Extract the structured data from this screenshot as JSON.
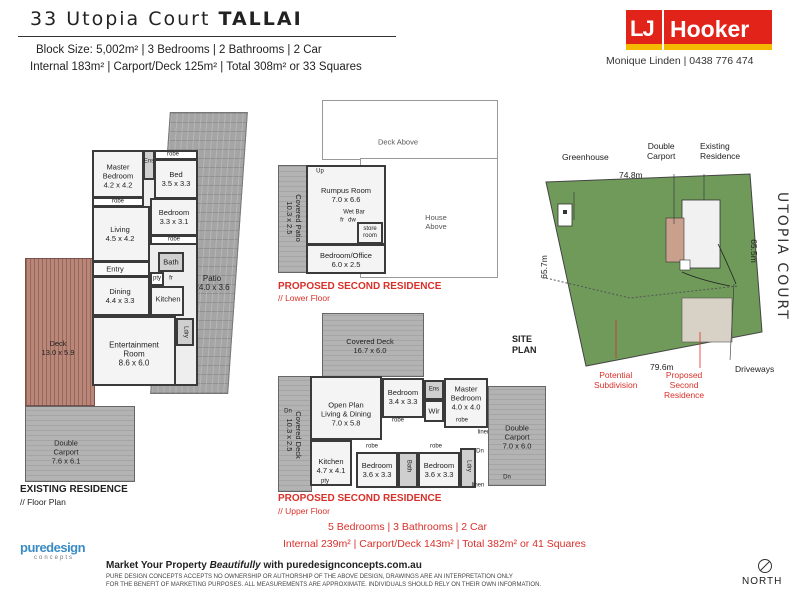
{
  "header": {
    "title_address": "33 Utopia Court",
    "title_suburb": "TALLAI",
    "spec_line1": "Block Size: 5,002m²  |  3 Bedrooms    |  2 Bathrooms  | 2 Car",
    "spec_line2": "Internal 183m²  |  Carport/Deck 125m²   |  Total 308m² or 33 Squares"
  },
  "brand": {
    "logo_mark": "LJ",
    "logo_word": "Hooker",
    "agent": "Monique Linden | 0438 776 474",
    "color": "#e2231a",
    "accent": "#f5b900"
  },
  "existing": {
    "rooms": {
      "master_name": "Master",
      "master_name2": "Bedroom",
      "master_dim": "4.2 x 4.2",
      "ens": "Ens",
      "robe1": "robe",
      "robe2": "robe",
      "robe3": "robe",
      "bed_name": "Bed",
      "bed_dim": "3.5 x 3.3",
      "bedroom_name": "Bedroom",
      "bedroom_dim": "3.3 x 3.1",
      "living_name": "Living",
      "living_dim": "4.5 x 4.2",
      "entry": "Entry",
      "bath": "Bath",
      "pty": "pty",
      "fr": "fr",
      "dining_name": "Dining",
      "dining_dim": "4.4 x 3.3",
      "kitchen": "Kitchen",
      "ldry": "Ldry",
      "ent_name": "Entertainment",
      "ent_name2": "Room",
      "ent_dim": "8.6 x 6.0",
      "patio_name": "Patio",
      "patio_dim": "24.0 x 3.6",
      "deck_name": "Deck",
      "deck_dim": "13.0 x 5.9",
      "carport_name": "Double",
      "carport_name2": "Carport",
      "carport_dim": "7.6 x 6.1"
    },
    "title": "EXISTING RESIDENCE",
    "subtitle": "// Floor Plan"
  },
  "lower": {
    "deck_above": "Deck Above",
    "covered_patio": "Covered Patio",
    "covered_patio_dim": "10.3 x 2.5",
    "up": "Up",
    "rumpus_name": "Rumpus Room",
    "rumpus_dim": "7.0 x 6.6",
    "wet_bar": "Wet Bar",
    "fr": "fr",
    "dw": "dw",
    "store": "store",
    "room": "room",
    "office_name": "Bedroom/Office",
    "office_dim": "6.0 x 2.5",
    "house_above": "House",
    "house_above2": "Above",
    "title": "PROPOSED SECOND RESIDENCE",
    "subtitle": "// Lower Floor"
  },
  "upper": {
    "covered_deck_name": "Covered Deck",
    "covered_deck_dim": "16.7 x 6.0",
    "dn1": "Dn",
    "dn2": "Dn",
    "dn3": "Dn",
    "open_plan": "Open Plan",
    "living_dining": "Living & Dining",
    "open_dim": "7.0 x 5.8",
    "covered_deck2": "Covered Deck",
    "covered_deck2_dim": "10.3 x 2.5",
    "bedroom_a": "Bedroom",
    "bedroom_a_dim": "3.4 x 3.3",
    "ens": "Ens",
    "wir": "Wir",
    "master": "Master",
    "master2": "Bedroom",
    "master_dim": "4.0 x 4.0",
    "robe_a": "robe",
    "robe_b": "robe",
    "robe_c": "robe",
    "robe_d": "robe",
    "linen1": "linen",
    "linen2": "linen",
    "carport": "Double",
    "carport2": "Carport",
    "carport_dim": "7.0 x 6.0",
    "kitchen": "Kitchen",
    "kitchen_dim": "4.7 x 4.1",
    "bedroom_b": "Bedroom",
    "bedroom_b_dim": "3.6 x 3.3",
    "bath": "Bath",
    "bedroom_c": "Bedroom",
    "bedroom_c_dim": "3.6 x 3.3",
    "ldry": "Ldry",
    "pty": "pty",
    "title": "PROPOSED SECOND RESIDENCE",
    "subtitle": "// Upper Floor"
  },
  "summary": {
    "line1": "5 Bedrooms    |  3 Bathrooms  |  2 Car",
    "line2": "Internal 239m² |   Carport/Deck 143m²  |  Total 382m² or 41 Squares"
  },
  "site": {
    "title1": "SITE",
    "title2": "PLAN",
    "greenhouse": "Greenhouse",
    "double": "Double",
    "carport": "Carport",
    "existing": "Existing",
    "residence": "Residence",
    "dim_top": "74.8m",
    "dim_left": "65.7m",
    "dim_right": "65.5m",
    "dim_bottom": "79.6m",
    "potential": "Potential",
    "subdivision": "Subdivision",
    "proposed": "Proposed",
    "second": "Second",
    "residence2": "Residence",
    "driveways": "Driveways",
    "street": "UTOPIA COURT",
    "grass_color": "#6f9a5a"
  },
  "footer": {
    "pd_logo1": "puredesign",
    "pd_logo2": "concepts",
    "market_a": "Market Your Property ",
    "market_b": "Beautifully",
    "market_c": " with ",
    "market_d": "puredesignconcepts.com.au",
    "disclaimer1": "PURE DESIGN CONCEPTS ACCEPTS NO OWNERSHIP OR AUTHORSHIP OF THE ABOVE DESIGN, DRAWINGS ARE AN INTERPRETATION ONLY",
    "disclaimer2": "FOR THE BENEFIT OF MARKETING PURPOSES. ALL MEASUREMENTS ARE APPROXIMATE. INDIVIDUALS SHOULD RELY ON THEIR OWN INFORMATION.",
    "north": "NORTH"
  }
}
